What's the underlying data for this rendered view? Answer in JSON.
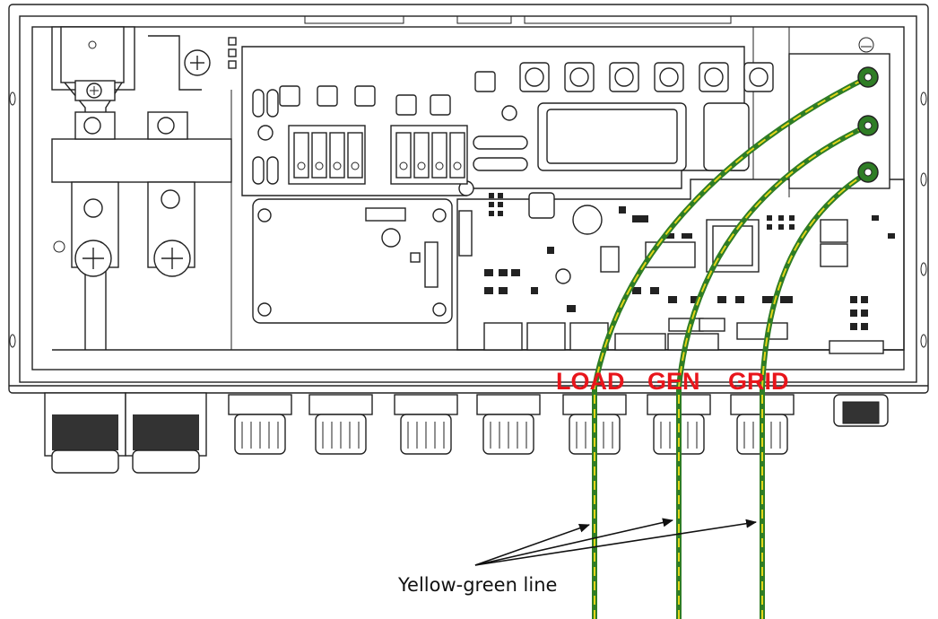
{
  "labels": {
    "load": "LOAD",
    "gen": "GEN",
    "grid": "GRID"
  },
  "caption": "Yellow-green line",
  "colors": {
    "wire_green": "#2f7d25",
    "wire_yellow": "#e3d619",
    "label_red": "#e8151b"
  }
}
